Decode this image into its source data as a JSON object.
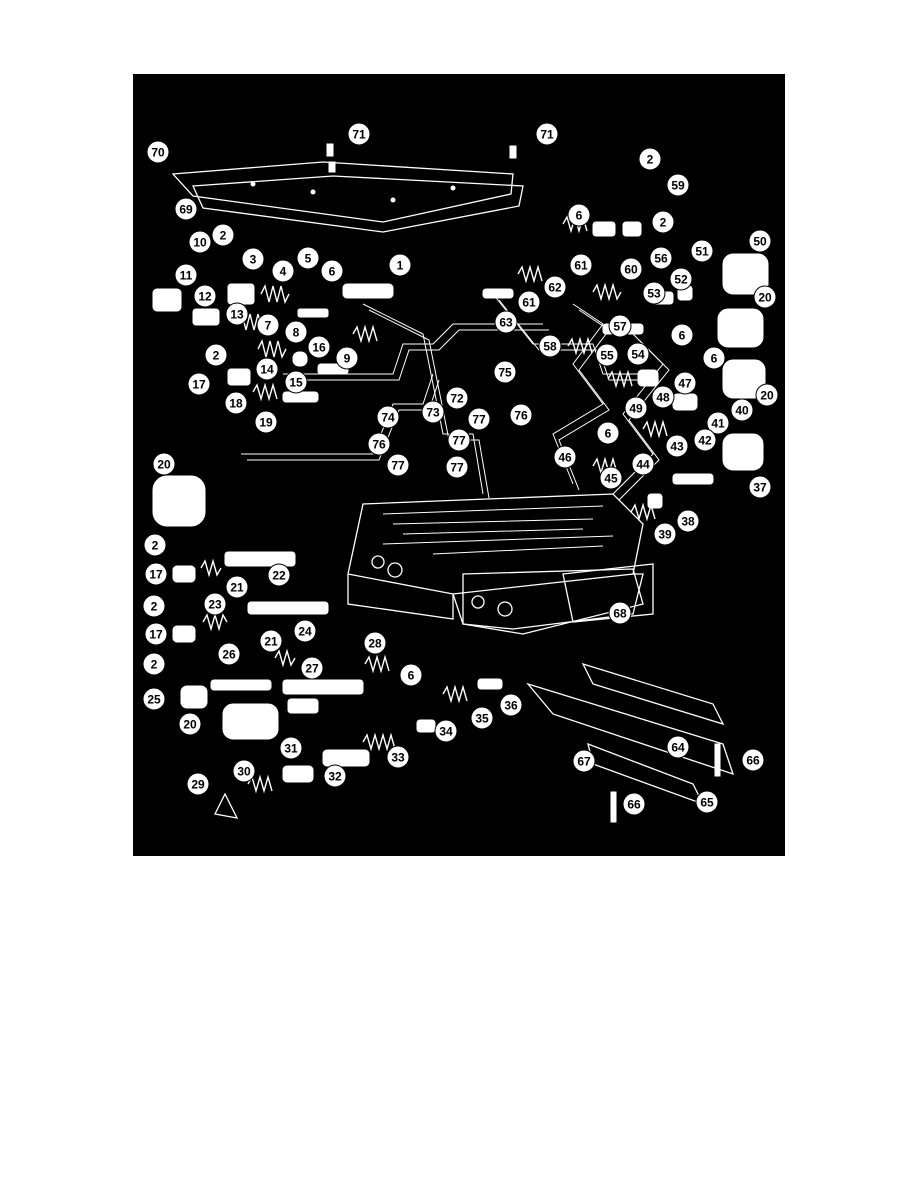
{
  "callouts": [
    {
      "id": "c70",
      "label": "70"
    },
    {
      "id": "c71a",
      "label": "71"
    },
    {
      "id": "c71b",
      "label": "71"
    },
    {
      "id": "c69",
      "label": "69"
    },
    {
      "id": "c2a",
      "label": "2"
    },
    {
      "id": "c59",
      "label": "59"
    },
    {
      "id": "c6a",
      "label": "6"
    },
    {
      "id": "c2b",
      "label": "2"
    },
    {
      "id": "c50",
      "label": "50"
    },
    {
      "id": "c61a",
      "label": "61"
    },
    {
      "id": "c60",
      "label": "60"
    },
    {
      "id": "c56",
      "label": "56"
    },
    {
      "id": "c51",
      "label": "51"
    },
    {
      "id": "c10",
      "label": "10"
    },
    {
      "id": "c2c",
      "label": "2"
    },
    {
      "id": "c3",
      "label": "3"
    },
    {
      "id": "c4",
      "label": "4"
    },
    {
      "id": "c5",
      "label": "5"
    },
    {
      "id": "c6b",
      "label": "6"
    },
    {
      "id": "c1",
      "label": "1"
    },
    {
      "id": "c62",
      "label": "62"
    },
    {
      "id": "c61b",
      "label": "61"
    },
    {
      "id": "c52",
      "label": "52"
    },
    {
      "id": "c53",
      "label": "53"
    },
    {
      "id": "c20a",
      "label": "20"
    },
    {
      "id": "c11",
      "label": "11"
    },
    {
      "id": "c12",
      "label": "12"
    },
    {
      "id": "c13",
      "label": "13"
    },
    {
      "id": "c7",
      "label": "7"
    },
    {
      "id": "c8",
      "label": "8"
    },
    {
      "id": "c63",
      "label": "63"
    },
    {
      "id": "c57",
      "label": "57"
    },
    {
      "id": "c58",
      "label": "58"
    },
    {
      "id": "c55",
      "label": "55"
    },
    {
      "id": "c54",
      "label": "54"
    },
    {
      "id": "c6c",
      "label": "6"
    },
    {
      "id": "c16",
      "label": "16"
    },
    {
      "id": "c9",
      "label": "9"
    },
    {
      "id": "c2d",
      "label": "2"
    },
    {
      "id": "c14",
      "label": "14"
    },
    {
      "id": "c15",
      "label": "15"
    },
    {
      "id": "c6d",
      "label": "6"
    },
    {
      "id": "c47",
      "label": "47"
    },
    {
      "id": "c17a",
      "label": "17"
    },
    {
      "id": "c75",
      "label": "75"
    },
    {
      "id": "c48",
      "label": "48"
    },
    {
      "id": "c49",
      "label": "49"
    },
    {
      "id": "c20b",
      "label": "20"
    },
    {
      "id": "c18",
      "label": "18"
    },
    {
      "id": "c72",
      "label": "72"
    },
    {
      "id": "c73",
      "label": "73"
    },
    {
      "id": "c74",
      "label": "74"
    },
    {
      "id": "c77a",
      "label": "77"
    },
    {
      "id": "c76a",
      "label": "76"
    },
    {
      "id": "c40",
      "label": "40"
    },
    {
      "id": "c19",
      "label": "19"
    },
    {
      "id": "c41",
      "label": "41"
    },
    {
      "id": "c6e",
      "label": "6"
    },
    {
      "id": "c43",
      "label": "43"
    },
    {
      "id": "c42",
      "label": "42"
    },
    {
      "id": "c76b",
      "label": "76"
    },
    {
      "id": "c77b",
      "label": "77"
    },
    {
      "id": "c46",
      "label": "46"
    },
    {
      "id": "c44",
      "label": "44"
    },
    {
      "id": "c45",
      "label": "45"
    },
    {
      "id": "c20c",
      "label": "20"
    },
    {
      "id": "c77c",
      "label": "77"
    },
    {
      "id": "c77d",
      "label": "77"
    },
    {
      "id": "c37",
      "label": "37"
    },
    {
      "id": "c38",
      "label": "38"
    },
    {
      "id": "c39",
      "label": "39"
    },
    {
      "id": "c2e",
      "label": "2"
    },
    {
      "id": "c22",
      "label": "22"
    },
    {
      "id": "c17b",
      "label": "17"
    },
    {
      "id": "c21a",
      "label": "21"
    },
    {
      "id": "c23",
      "label": "23"
    },
    {
      "id": "c2f",
      "label": "2"
    },
    {
      "id": "c68",
      "label": "68"
    },
    {
      "id": "c24",
      "label": "24"
    },
    {
      "id": "c17c",
      "label": "17"
    },
    {
      "id": "c21b",
      "label": "21"
    },
    {
      "id": "c28",
      "label": "28"
    },
    {
      "id": "c26",
      "label": "26"
    },
    {
      "id": "c2g",
      "label": "2"
    },
    {
      "id": "c27",
      "label": "27"
    },
    {
      "id": "c6f",
      "label": "6"
    },
    {
      "id": "c25",
      "label": "25"
    },
    {
      "id": "c36",
      "label": "36"
    },
    {
      "id": "c35",
      "label": "35"
    },
    {
      "id": "c20d",
      "label": "20"
    },
    {
      "id": "c34",
      "label": "34"
    },
    {
      "id": "c64",
      "label": "64"
    },
    {
      "id": "c31",
      "label": "31"
    },
    {
      "id": "c33",
      "label": "33"
    },
    {
      "id": "c67",
      "label": "67"
    },
    {
      "id": "c66a",
      "label": "66"
    },
    {
      "id": "c30",
      "label": "30"
    },
    {
      "id": "c32",
      "label": "32"
    },
    {
      "id": "c29",
      "label": "29"
    },
    {
      "id": "c65",
      "label": "65"
    },
    {
      "id": "c66b",
      "label": "66"
    }
  ]
}
